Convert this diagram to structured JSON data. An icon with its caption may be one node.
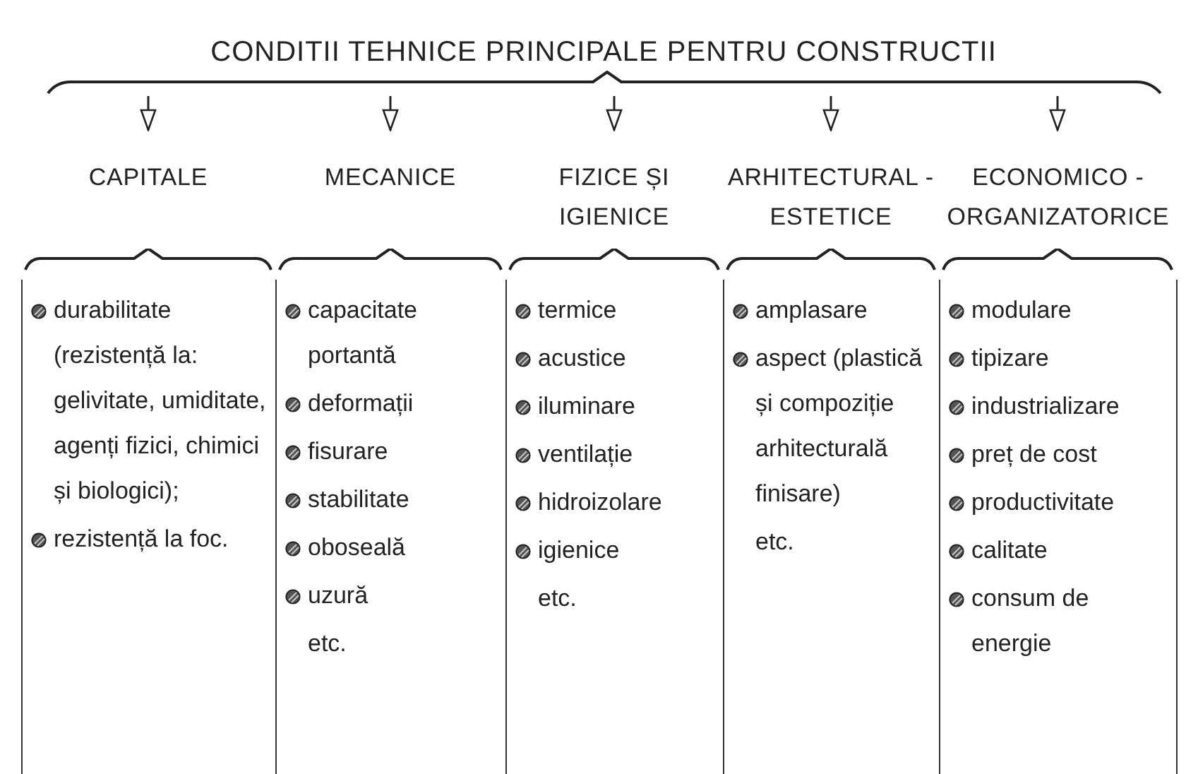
{
  "diagram": {
    "nodes": [
      {
        "text": [
          "CONDITII TEHNICE PRINCIPALE PENTRU CONSTRUCTII"
        ]
      },
      {
        "text": [
          "CAPITALE",
          "durabilitate (rezistență la: gelivitate, umiditate, agenți fizici, chimici și biologici);",
          "rezistență la foc."
        ]
      },
      {
        "text": [
          "MECANICE",
          "capacitate portantă",
          "deformații",
          "fisurare",
          "stabilitate",
          "oboseală",
          "uzură",
          "etc."
        ]
      },
      {
        "text": [
          "FIZICE ȘI IGIENICE",
          "termice",
          "acustice",
          "iluminare",
          "ventilație",
          "hidroizolare",
          "igienice",
          "etc."
        ]
      },
      {
        "text": [
          "ARHITECTURAL -ESTETICE",
          "amplasare",
          "aspect (plastică și compoziție arhitecturală finisare)",
          "etc."
        ]
      },
      {
        "text": [
          "ECONOMICO -ORGANIZATORICE",
          "modulare",
          "tipizare",
          "industrializare",
          "preț de cost",
          "productivitate",
          "calitate",
          "consum de energie"
        ]
      }
    ],
    "edges": [
      {
        "from": 0,
        "to": 1,
        "arrow": "to"
      },
      {
        "from": 0,
        "to": 2,
        "arrow": "to"
      },
      {
        "from": 0,
        "to": 3,
        "arrow": "to"
      },
      {
        "from": 0,
        "to": 4,
        "arrow": "to"
      },
      {
        "from": 0,
        "to": 5,
        "arrow": "to"
      }
    ]
  }
}
